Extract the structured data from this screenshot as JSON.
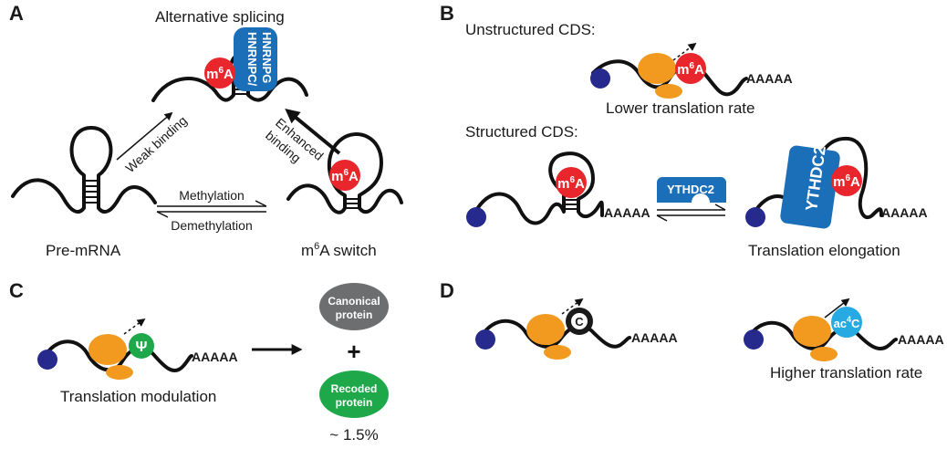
{
  "panels": {
    "a": "A",
    "b": "B",
    "c": "C",
    "d": "D"
  },
  "panel_a": {
    "title": "Alternative splicing",
    "protein_line1": "HNRNPC/",
    "protein_line2": "HNRNPG",
    "mod_base": "m",
    "mod_sup": "6",
    "mod_letter": "A",
    "weak_binding": "Weak binding",
    "enhanced_line1": "Enhanced",
    "enhanced_line2": "binding",
    "methylation": "Methylation",
    "demethylation": "Demethylation",
    "pre_mrna": "Pre-mRNA",
    "switch_prefix": "m",
    "switch_sup": "6",
    "switch_suffix": "A switch"
  },
  "panel_b": {
    "unstructured": "Unstructured CDS:",
    "lower_rate": "Lower translation rate",
    "structured": "Structured CDS:",
    "ythdc2": "YTHDC2",
    "elongation": "Translation elongation",
    "polya": "AAAAA"
  },
  "panel_c": {
    "psi": "Ψ",
    "polya": "AAAAA",
    "modulation": "Translation modulation",
    "canonical_line1": "Canonical",
    "canonical_line2": "protein",
    "plus": "+",
    "recoded_line1": "Recoded",
    "recoded_line2": "protein",
    "percent": "~ 1.5%"
  },
  "panel_d": {
    "c_label": "C",
    "ac_base": "ac",
    "ac_sup": "4",
    "ac_letter": "C",
    "polya": "AAAAA",
    "higher_rate": "Higher translation rate"
  },
  "colors": {
    "mod_red": "#e8262b",
    "protein_blue": "#1b6fb8",
    "ribosome_orange": "#f29a1f",
    "cap_navy": "#252a8c",
    "psi_green": "#1fa84a",
    "canonical_gray": "#6d6e70",
    "recoded_green": "#1fa84a",
    "c_black": "#1a1a1a",
    "ac4c_cyan": "#27a9e1"
  }
}
